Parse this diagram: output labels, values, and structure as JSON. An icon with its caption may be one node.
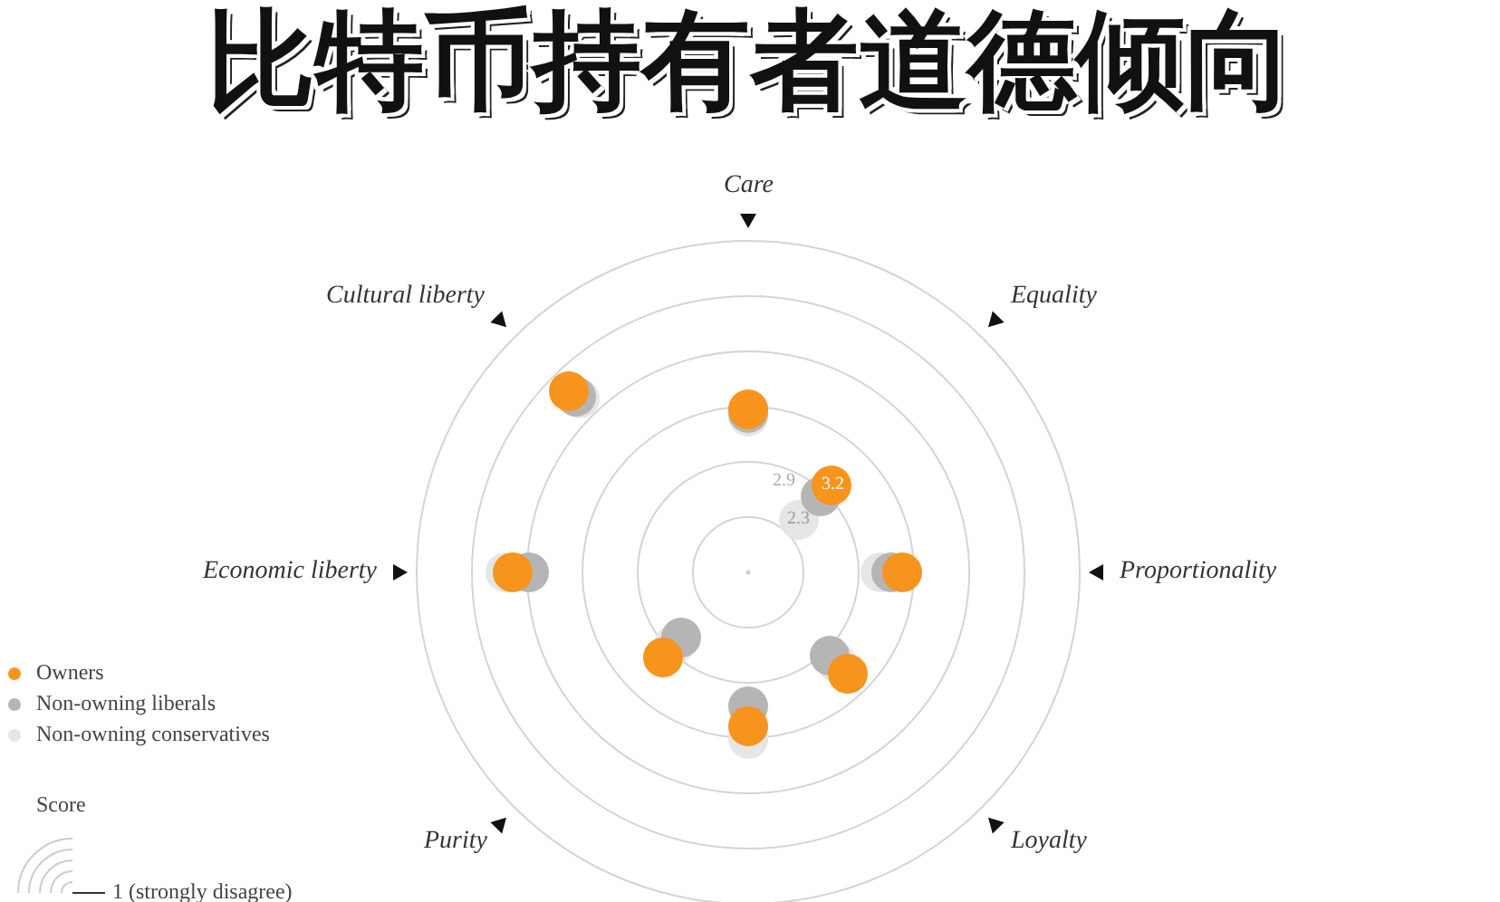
{
  "diagram": {
    "title": "比特币持有者道德倾向",
    "labels": [
      "Care",
      "Cultural liberty",
      "Equality",
      "2.9",
      "3.2",
      "2.3",
      "Economic liberty",
      "Proportionality",
      "Score",
      "Purity",
      "Loyalty",
      "1 (strongly disagree)"
    ],
    "legend": [
      {
        "text": "Owners",
        "color": "#f7941d"
      },
      {
        "text": "Non-owning liberals",
        "color": "#b5b5b5"
      },
      {
        "text": "Non-owning conservatives",
        "color": "#e6e6e6"
      }
    ]
  }
}
